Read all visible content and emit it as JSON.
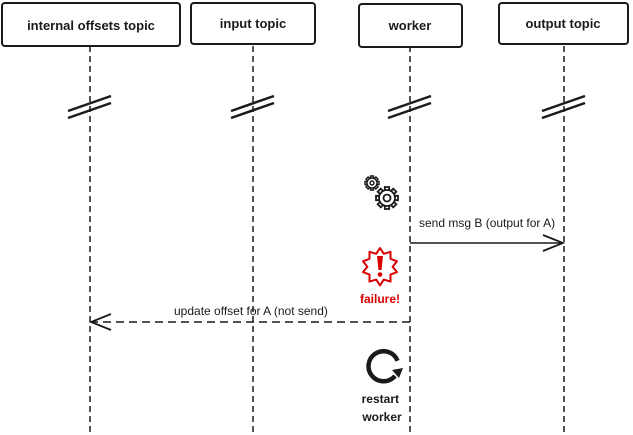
{
  "participants": [
    {
      "id": "internal-offsets-topic",
      "label": "internal offsets topic"
    },
    {
      "id": "input-topic",
      "label": "input topic"
    },
    {
      "id": "worker",
      "label": "worker"
    },
    {
      "id": "output-topic",
      "label": "output topic"
    }
  ],
  "messages": {
    "send": {
      "label": "send msg B (output for A)",
      "from": "worker",
      "to": "output-topic",
      "style": "solid"
    },
    "update": {
      "label": "update offset for A (not send)",
      "from": "worker",
      "to": "internal-offsets-topic",
      "style": "dashed"
    }
  },
  "events": {
    "processing": {
      "icon": "gears-icon"
    },
    "failure": {
      "icon": "failure-burst-icon",
      "label": "failure!"
    },
    "restart": {
      "icon": "restart-icon",
      "label_line1": "restart",
      "label_line2": "worker"
    }
  },
  "colors": {
    "ink": "#1a1a1a",
    "failure": "#d90000"
  }
}
